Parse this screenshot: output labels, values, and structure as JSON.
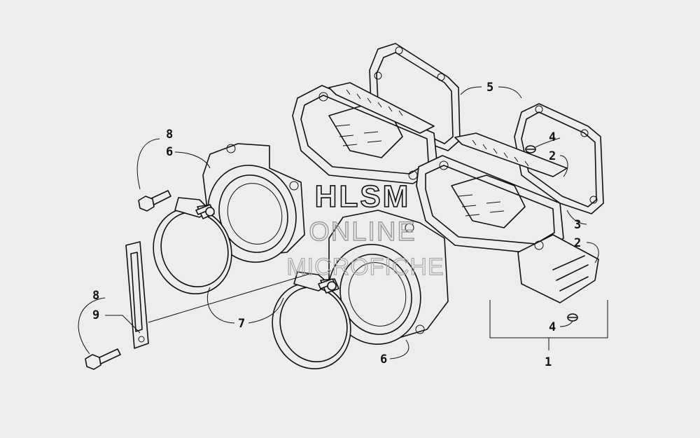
{
  "callouts": {
    "c1": "1",
    "c2a": "2",
    "c2b": "2",
    "c3": "3",
    "c4a": "4",
    "c4b": "4",
    "c5": "5",
    "c6a": "6",
    "c6b": "6",
    "c7": "7",
    "c8a": "8",
    "c8b": "8",
    "c9": "9"
  },
  "watermark": {
    "line1": "HLSM",
    "line2": "ONLINE",
    "line3": "MICROFICHE"
  }
}
